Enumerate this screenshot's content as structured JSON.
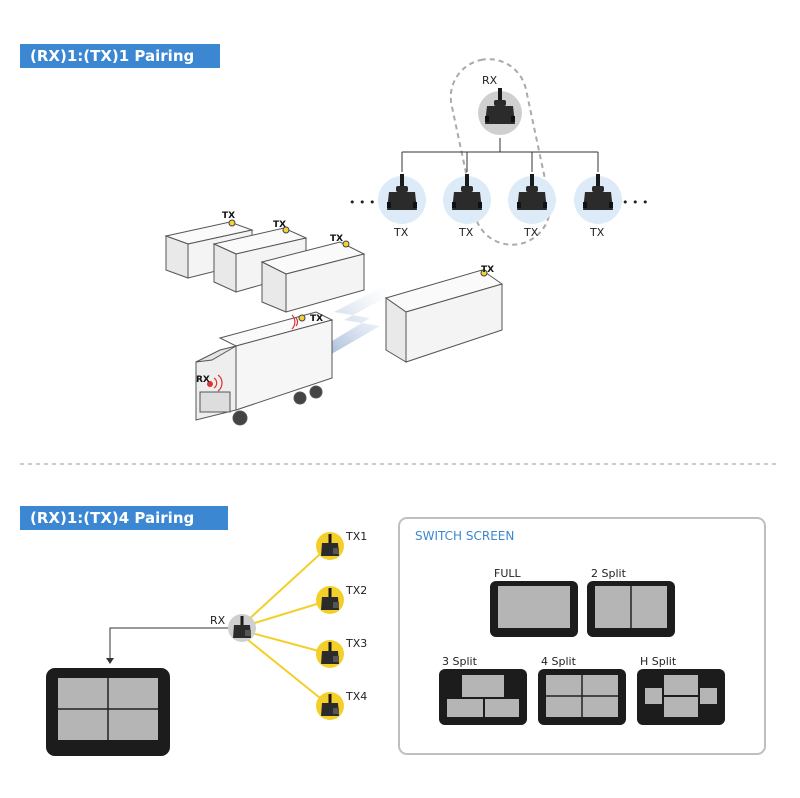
{
  "section1": {
    "title": "(RX)1:(TX)1 Pairing",
    "rx_label": "RX",
    "tx_labels": [
      "TX",
      "TX",
      "TX",
      "TX"
    ],
    "ellipsis": "• • •",
    "trailer_tx_labels": [
      "TX",
      "TX",
      "TX",
      "TX",
      "TX"
    ],
    "truck_rx_label": "RX"
  },
  "section2": {
    "title": "(RX)1:(TX)4 Pairing",
    "rx_label": "RX",
    "tx_labels": [
      "TX1",
      "TX2",
      "TX3",
      "TX4"
    ]
  },
  "switch_screen": {
    "title": "SWITCH SCREEN",
    "modes": [
      "FULL",
      "2 Split",
      "3 Split",
      "4 Split",
      "H Split"
    ]
  },
  "colors": {
    "banner": "#3b87d2",
    "wireless_line": "#f4cf2a",
    "tx_halo": "#dcebf7",
    "rx_halo": "#cfcfcf"
  }
}
